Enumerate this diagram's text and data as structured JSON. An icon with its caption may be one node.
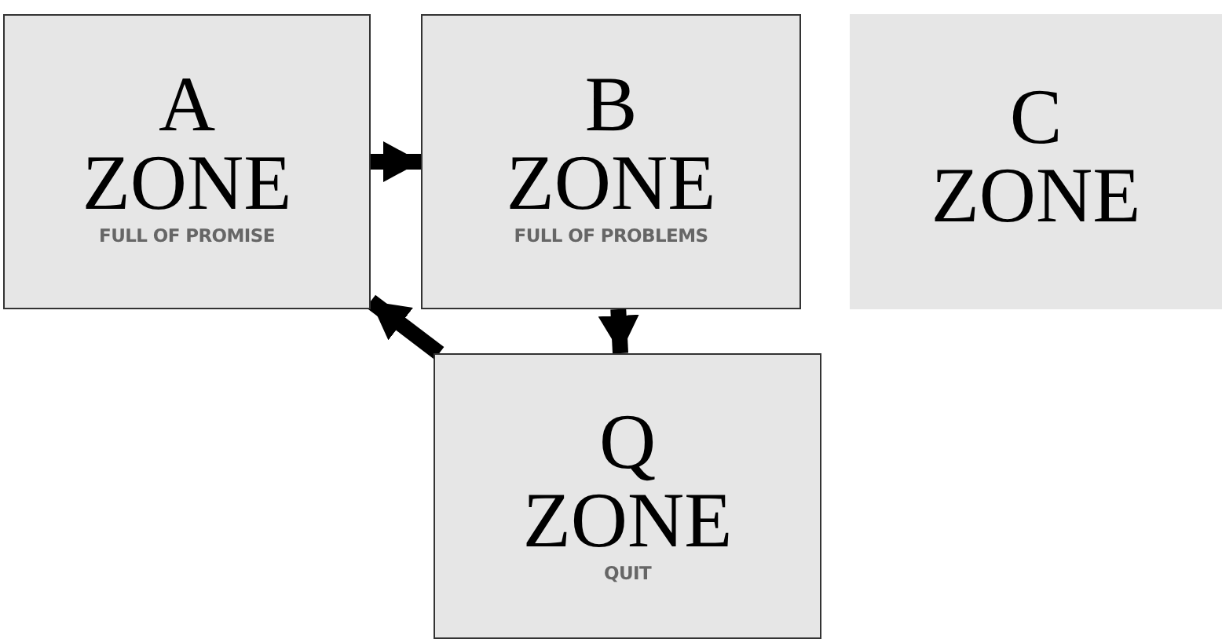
{
  "diagram": {
    "nodes": [
      {
        "text": [
          "A ZONE",
          "FULL OF PROMISE"
        ]
      },
      {
        "text": [
          "B ZONE",
          "FULL OF PROBLEMS"
        ]
      },
      {
        "text": [
          "C ZONE"
        ]
      },
      {
        "text": [
          "Q ZONE",
          "QUIT"
        ]
      }
    ],
    "edges": [
      {
        "from": 0,
        "to": 1,
        "arrow": "to"
      },
      {
        "from": 1,
        "to": 3,
        "arrow": "to"
      },
      {
        "from": 3,
        "to": 0,
        "arrow": "to"
      }
    ]
  }
}
